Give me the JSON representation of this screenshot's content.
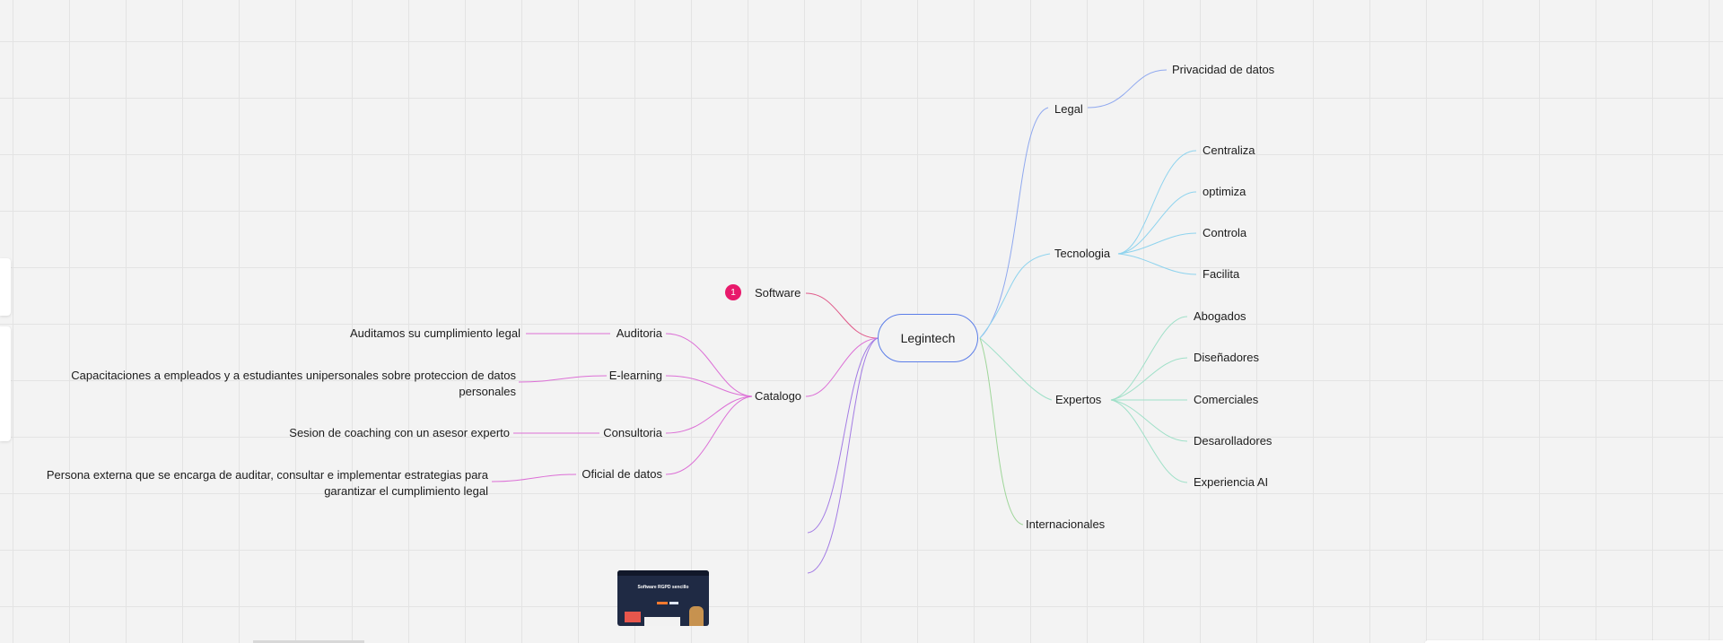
{
  "root": {
    "label": "Legintech",
    "badge": "1"
  },
  "nodes": {
    "legal": "Legal",
    "privacidad": "Privacidad de datos",
    "tecnologia": "Tecnologia",
    "centraliza": "Centraliza",
    "optimiza": "optimiza",
    "controla": "Controla",
    "facilita": "Facilita",
    "expertos": "Expertos",
    "abogados": "Abogados",
    "disenadores": "Diseñadores",
    "comerciales": "Comerciales",
    "desarolladores": "Desarolladores",
    "experiencia": "Experiencia AI",
    "internacionales": "Internacionales",
    "software": "Software",
    "catalogo": "Catalogo",
    "auditoria": "Auditoria",
    "auditoria_desc": "Auditamos su cumplimiento legal",
    "elearning": "E-learning",
    "elearning_desc": "Capacitaciones a empleados y a estudiantes unipersonales sobre proteccion de datos personales",
    "consultoria": "Consultoria",
    "consultoria_desc": "Sesion de coaching con un asesor experto",
    "oficial": "Oficial de datos",
    "oficial_desc": "Persona externa que se encarga de auditar, consultar e implementar estrategias para garantizar el cumplimiento legal"
  },
  "thumbnail": {
    "headline": "Software RGPD sencillo"
  },
  "colors": {
    "legal": "#8fa8ef",
    "tecnologia": "#8ed3ee",
    "expertos": "#9fe0c8",
    "internacionales": "#9fd69a",
    "software": "#e05a8a",
    "catalogo": "#dc6fd6",
    "extra": "#a37be4",
    "root_border": "#5b7de8",
    "badge": "#e8196b"
  }
}
